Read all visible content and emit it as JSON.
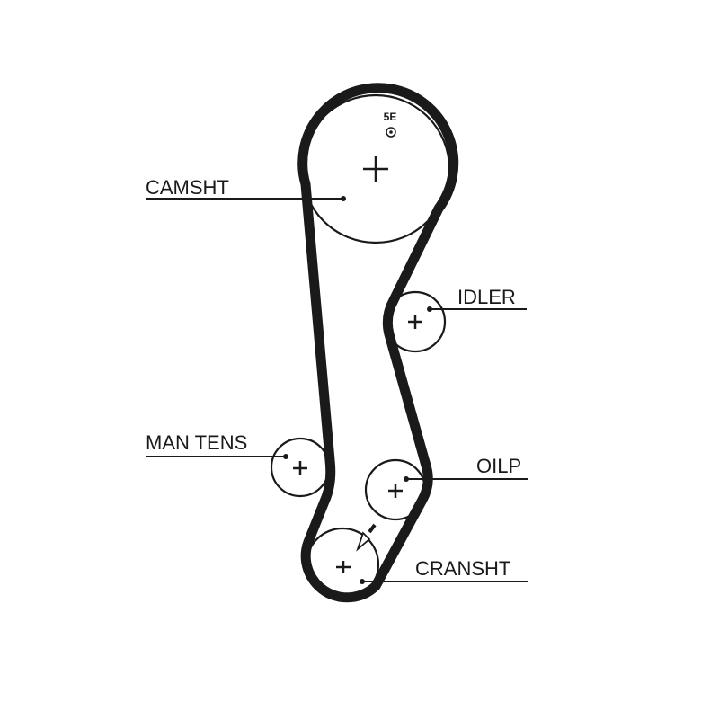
{
  "labels": {
    "camshaft": "CAMSHT",
    "idler": "IDLER",
    "manual_tensioner": "MAN TENS",
    "oil_pump": "OILP",
    "crankshaft": "CRANSHT"
  },
  "timing_mark": "5E",
  "colors": {
    "ink": "#1a1a1a",
    "background": "#ffffff"
  }
}
